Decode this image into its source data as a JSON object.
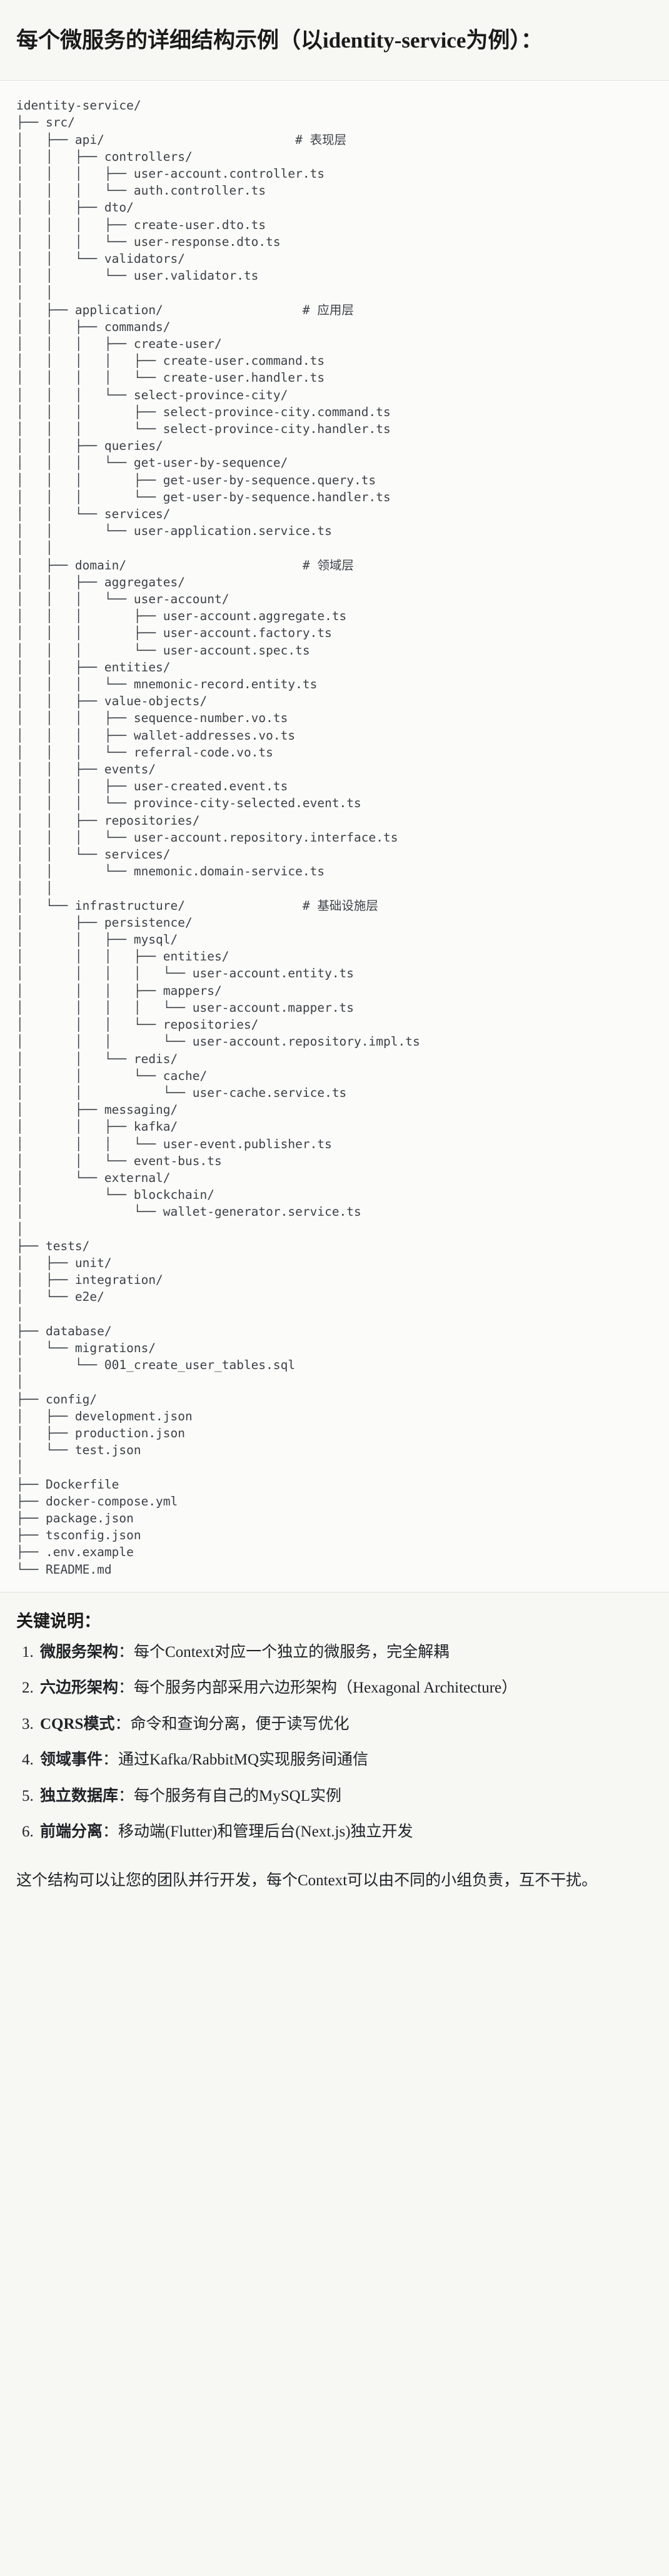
{
  "title": "每个微服务的详细结构示例（以identity-service为例）：",
  "tree": {
    "lines": [
      "identity-service/",
      "├── src/",
      "│   ├── api/                          # 表现层",
      "│   │   ├── controllers/",
      "│   │   │   ├── user-account.controller.ts",
      "│   │   │   └── auth.controller.ts",
      "│   │   ├── dto/",
      "│   │   │   ├── create-user.dto.ts",
      "│   │   │   └── user-response.dto.ts",
      "│   │   └── validators/",
      "│   │       └── user.validator.ts",
      "│   │",
      "│   ├── application/                   # 应用层",
      "│   │   ├── commands/",
      "│   │   │   ├── create-user/",
      "│   │   │   │   ├── create-user.command.ts",
      "│   │   │   │   └── create-user.handler.ts",
      "│   │   │   └── select-province-city/",
      "│   │   │       ├── select-province-city.command.ts",
      "│   │   │       └── select-province-city.handler.ts",
      "│   │   ├── queries/",
      "│   │   │   └── get-user-by-sequence/",
      "│   │   │       ├── get-user-by-sequence.query.ts",
      "│   │   │       └── get-user-by-sequence.handler.ts",
      "│   │   └── services/",
      "│   │       └── user-application.service.ts",
      "│   │",
      "│   ├── domain/                        # 领域层",
      "│   │   ├── aggregates/",
      "│   │   │   └── user-account/",
      "│   │   │       ├── user-account.aggregate.ts",
      "│   │   │       ├── user-account.factory.ts",
      "│   │   │       └── user-account.spec.ts",
      "│   │   ├── entities/",
      "│   │   │   └── mnemonic-record.entity.ts",
      "│   │   ├── value-objects/",
      "│   │   │   ├── sequence-number.vo.ts",
      "│   │   │   ├── wallet-addresses.vo.ts",
      "│   │   │   └── referral-code.vo.ts",
      "│   │   ├── events/",
      "│   │   │   ├── user-created.event.ts",
      "│   │   │   └── province-city-selected.event.ts",
      "│   │   ├── repositories/",
      "│   │   │   └── user-account.repository.interface.ts",
      "│   │   └── services/",
      "│   │       └── mnemonic.domain-service.ts",
      "│   │",
      "│   └── infrastructure/                # 基础设施层",
      "│       ├── persistence/",
      "│       │   ├── mysql/",
      "│       │   │   ├── entities/",
      "│       │   │   │   └── user-account.entity.ts",
      "│       │   │   ├── mappers/",
      "│       │   │   │   └── user-account.mapper.ts",
      "│       │   │   └── repositories/",
      "│       │   │       └── user-account.repository.impl.ts",
      "│       │   └── redis/",
      "│       │       └── cache/",
      "│       │           └── user-cache.service.ts",
      "│       ├── messaging/",
      "│       │   ├── kafka/",
      "│       │   │   └── user-event.publisher.ts",
      "│       │   └── event-bus.ts",
      "│       └── external/",
      "│           └── blockchain/",
      "│               └── wallet-generator.service.ts",
      "│",
      "├── tests/",
      "│   ├── unit/",
      "│   ├── integration/",
      "│   └── e2e/",
      "│",
      "├── database/",
      "│   └── migrations/",
      "│       └── 001_create_user_tables.sql",
      "│",
      "├── config/",
      "│   ├── development.json",
      "│   ├── production.json",
      "│   └── test.json",
      "│",
      "├── Dockerfile",
      "├── docker-compose.yml",
      "├── package.json",
      "├── tsconfig.json",
      "├── .env.example",
      "└── README.md"
    ]
  },
  "keys": {
    "heading": "关键说明：",
    "items": [
      {
        "term": "微服务架构",
        "sep": "：",
        "desc": "每个Context对应一个独立的微服务，完全解耦"
      },
      {
        "term": "六边形架构",
        "sep": "：",
        "desc": "每个服务内部采用六边形架构（Hexagonal Architecture）"
      },
      {
        "term": "CQRS模式",
        "sep": "：",
        "desc": "命令和查询分离，便于读写优化"
      },
      {
        "term": "领域事件",
        "sep": "：",
        "desc": "通过Kafka/RabbitMQ实现服务间通信"
      },
      {
        "term": "独立数据库",
        "sep": "：",
        "desc": "每个服务有自己的MySQL实例"
      },
      {
        "term": "前端分离",
        "sep": "：",
        "desc": "移动端(Flutter)和管理后台(Next.js)独立开发"
      }
    ],
    "closing": "这个结构可以让您的团队并行开发，每个Context可以由不同的小组负责，互不干扰。"
  }
}
